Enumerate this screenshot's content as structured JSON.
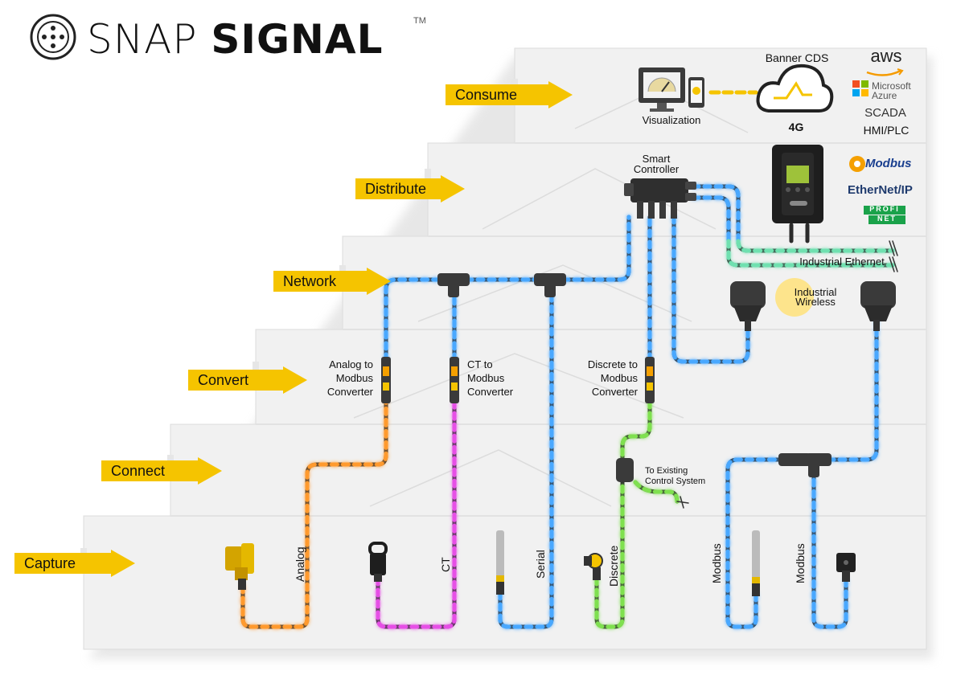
{
  "brand": {
    "light": "SNAP ",
    "bold": "SIGNAL",
    "tm": "TM"
  },
  "stages": [
    {
      "id": "consume",
      "label": "Consume"
    },
    {
      "id": "distribute",
      "label": "Distribute"
    },
    {
      "id": "network",
      "label": "Network"
    },
    {
      "id": "convert",
      "label": "Convert"
    },
    {
      "id": "connect",
      "label": "Connect"
    },
    {
      "id": "capture",
      "label": "Capture"
    }
  ],
  "consume": {
    "visualization": "Visualization",
    "cloud": "Banner CDS",
    "link": "4G",
    "platforms": {
      "aws": "aws",
      "azure1": "Microsoft",
      "azure2": "Azure",
      "scada": "SCADA",
      "hmi": "HMI/PLC"
    }
  },
  "distribute": {
    "controller1": "Smart",
    "controller2": "Controller",
    "protocols": {
      "modbus": "Modbus",
      "ethernetip": "EtherNet/IP",
      "profinet1": "PROFI",
      "profinet2": "NET"
    },
    "ethernet": "Industrial Ethernet"
  },
  "network": {
    "wireless1": "Industrial",
    "wireless2": "Wireless"
  },
  "converters": {
    "analog": [
      "Analog to",
      "Modbus",
      "Converter"
    ],
    "ct": [
      "CT to",
      "Modbus",
      "Converter"
    ],
    "discrete": [
      "Discrete to",
      "Modbus",
      "Converter"
    ]
  },
  "existing": [
    "To Existing",
    "Control System"
  ],
  "signals": [
    "Analog",
    "CT",
    "Serial",
    "Discrete",
    "Modbus",
    "Modbus"
  ],
  "colors": {
    "accent": "#f5c400",
    "analog": "#ff9a2e",
    "ct": "#e650e6",
    "serial": "#4aa8ff",
    "discrete": "#7fe04f",
    "ethernet": "#6fe0b0",
    "cable": "#2b2b2b",
    "wall": "#f2f2f2"
  }
}
